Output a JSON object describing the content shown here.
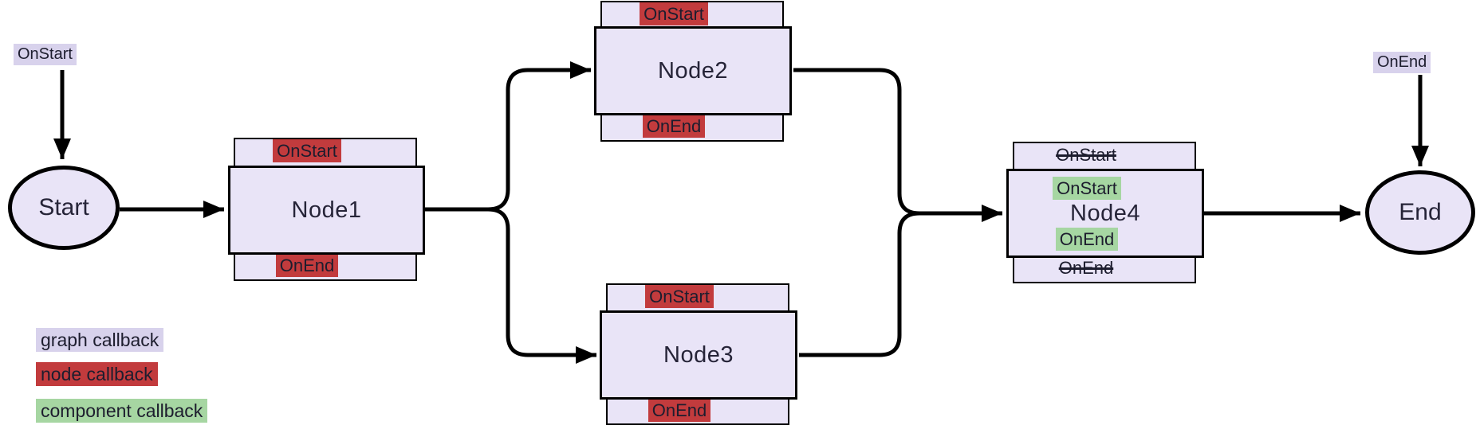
{
  "colors": {
    "graph": "#d8d2ec",
    "node": "#c23b3d",
    "component": "#a6d6a2",
    "fill": "#e9e4f7",
    "stroke": "#000000",
    "text": "#1d1d2e"
  },
  "terminals": {
    "start": {
      "label": "Start",
      "callback": "OnStart"
    },
    "end": {
      "label": "End",
      "callback": "OnEnd"
    }
  },
  "nodes": {
    "node1": {
      "label": "Node1",
      "on_start": "OnStart",
      "on_end": "OnEnd"
    },
    "node2": {
      "label": "Node2",
      "on_start": "OnStart",
      "on_end": "OnEnd"
    },
    "node3": {
      "label": "Node3",
      "on_start": "OnStart",
      "on_end": "OnEnd"
    },
    "node4": {
      "label": "Node4",
      "graph_on_start_disabled": "OnStart",
      "component_on_start": "OnStart",
      "component_on_end": "OnEnd",
      "graph_on_end_disabled": "OnEnd"
    }
  },
  "legend": {
    "graph": "graph callback",
    "node": "node callback",
    "component": "component callback"
  }
}
